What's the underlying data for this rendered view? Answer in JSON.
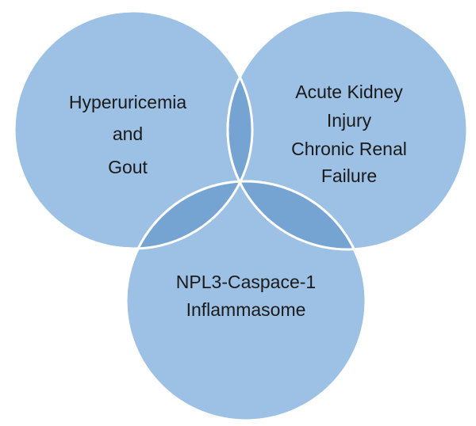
{
  "diagram": {
    "type": "venn",
    "circles": [
      {
        "id": "left",
        "lines": [
          "Hyperuricemia",
          "and",
          "Gout"
        ]
      },
      {
        "id": "right",
        "lines": [
          "Acute Kidney",
          "Injury",
          "Chronic Renal",
          "Failure"
        ]
      },
      {
        "id": "bottom",
        "lines": [
          "NPL3-Caspace-1",
          "Inflammasome"
        ]
      }
    ],
    "colors": {
      "fill": "#9dc1e4",
      "fill_opacity": 0.85,
      "stroke": "#ffffff",
      "overlap_shade": "#5e8fc4"
    }
  }
}
